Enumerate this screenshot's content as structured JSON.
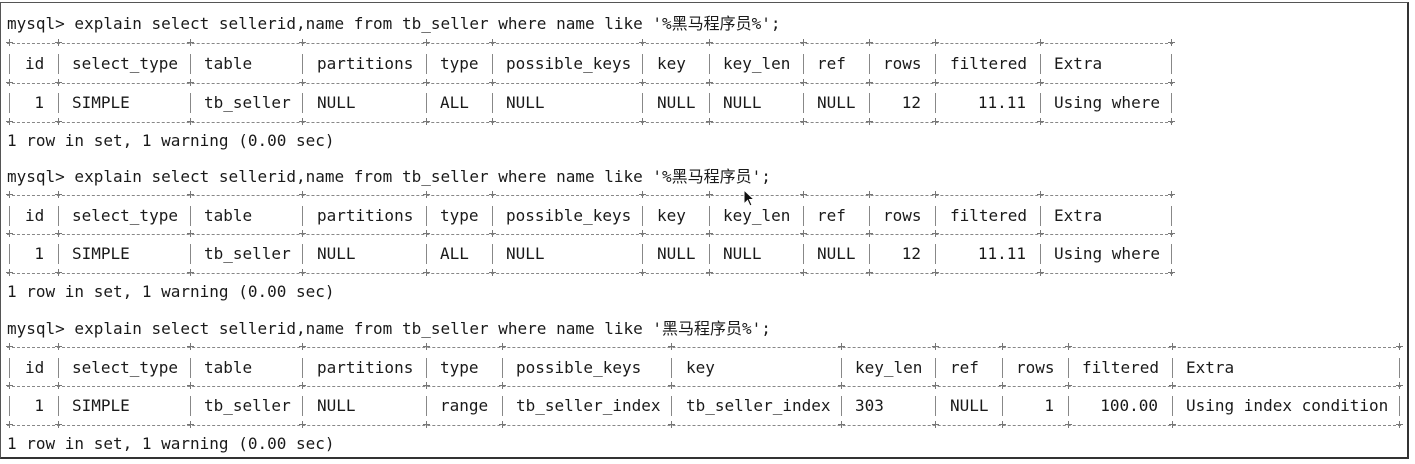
{
  "prompt": "mysql>",
  "queries": [
    {
      "command": " explain select sellerid,name from tb_seller where name like '%黑马程序员%';",
      "headers": [
        "id",
        "select_type",
        "table",
        "partitions",
        "type",
        "possible_keys",
        "key",
        "key_len",
        "ref",
        "rows",
        "filtered",
        "Extra"
      ],
      "row": [
        "1",
        "SIMPLE",
        "tb_seller",
        "NULL",
        "ALL",
        "NULL",
        "NULL",
        "NULL",
        "NULL",
        "12",
        "11.11",
        "Using where"
      ],
      "status": "1 row in set, 1 warning (0.00 sec)"
    },
    {
      "command": " explain select sellerid,name from tb_seller where name like '%黑马程序员';",
      "headers": [
        "id",
        "select_type",
        "table",
        "partitions",
        "type",
        "possible_keys",
        "key",
        "key_len",
        "ref",
        "rows",
        "filtered",
        "Extra"
      ],
      "row": [
        "1",
        "SIMPLE",
        "tb_seller",
        "NULL",
        "ALL",
        "NULL",
        "NULL",
        "NULL",
        "NULL",
        "12",
        "11.11",
        "Using where"
      ],
      "status": "1 row in set, 1 warning (0.00 sec)"
    },
    {
      "command": " explain select sellerid,name from tb_seller where name like '黑马程序员%';",
      "headers": [
        "id",
        "select_type",
        "table",
        "partitions",
        "type",
        "possible_keys",
        "key",
        "key_len",
        "ref",
        "rows",
        "filtered",
        "Extra"
      ],
      "row": [
        "1",
        "SIMPLE",
        "tb_seller",
        "NULL",
        "range",
        "tb_seller_index",
        "tb_seller_index",
        "303",
        "NULL",
        "1",
        "100.00",
        "Using index condition"
      ],
      "status": "1 row in set, 1 warning (0.00 sec)"
    }
  ],
  "cursor_icon": "mouse-pointer-icon"
}
